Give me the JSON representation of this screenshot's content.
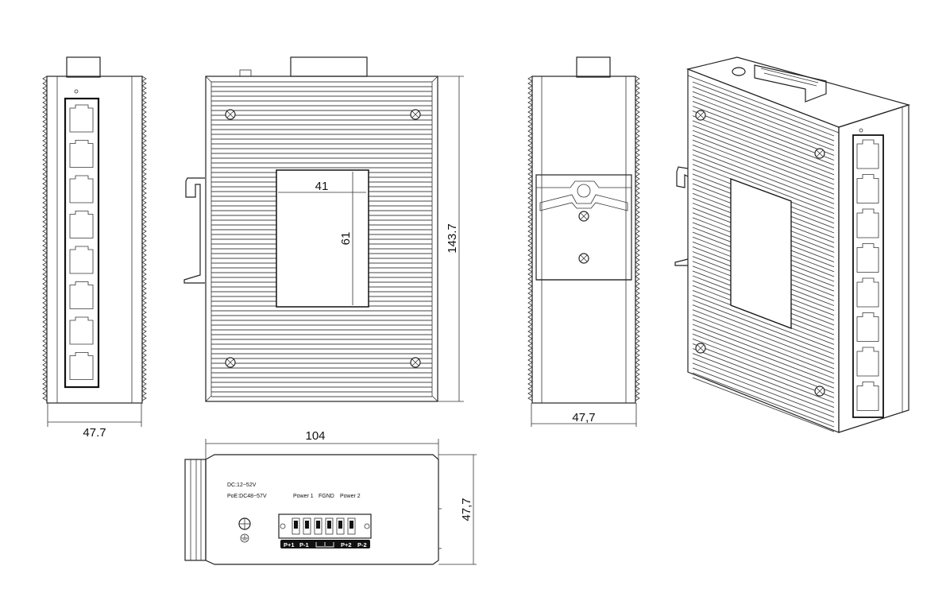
{
  "dimensions": {
    "front_width": "47.7",
    "side_mount_width": "47,7",
    "panel_width": "41",
    "panel_height": "61",
    "overall_height": "143.7",
    "bottom_length": "104",
    "bottom_depth": "47,7"
  },
  "bottom_labels": {
    "dc_range": "DC:12~52V",
    "poe_range": "PoE:DC48~57V",
    "power1": "Power 1",
    "fgnd": "FGND",
    "power2": "Power 2",
    "pins": [
      "P+1",
      "P-1",
      "P+2",
      "P-2"
    ]
  },
  "icons": {
    "ground_symbol": "ground-icon",
    "screw": "screw-icon",
    "rj45_port": "rj45-port-icon"
  },
  "colors": {
    "line": "#222222",
    "background": "#ffffff",
    "pin_bar": "#111111"
  }
}
